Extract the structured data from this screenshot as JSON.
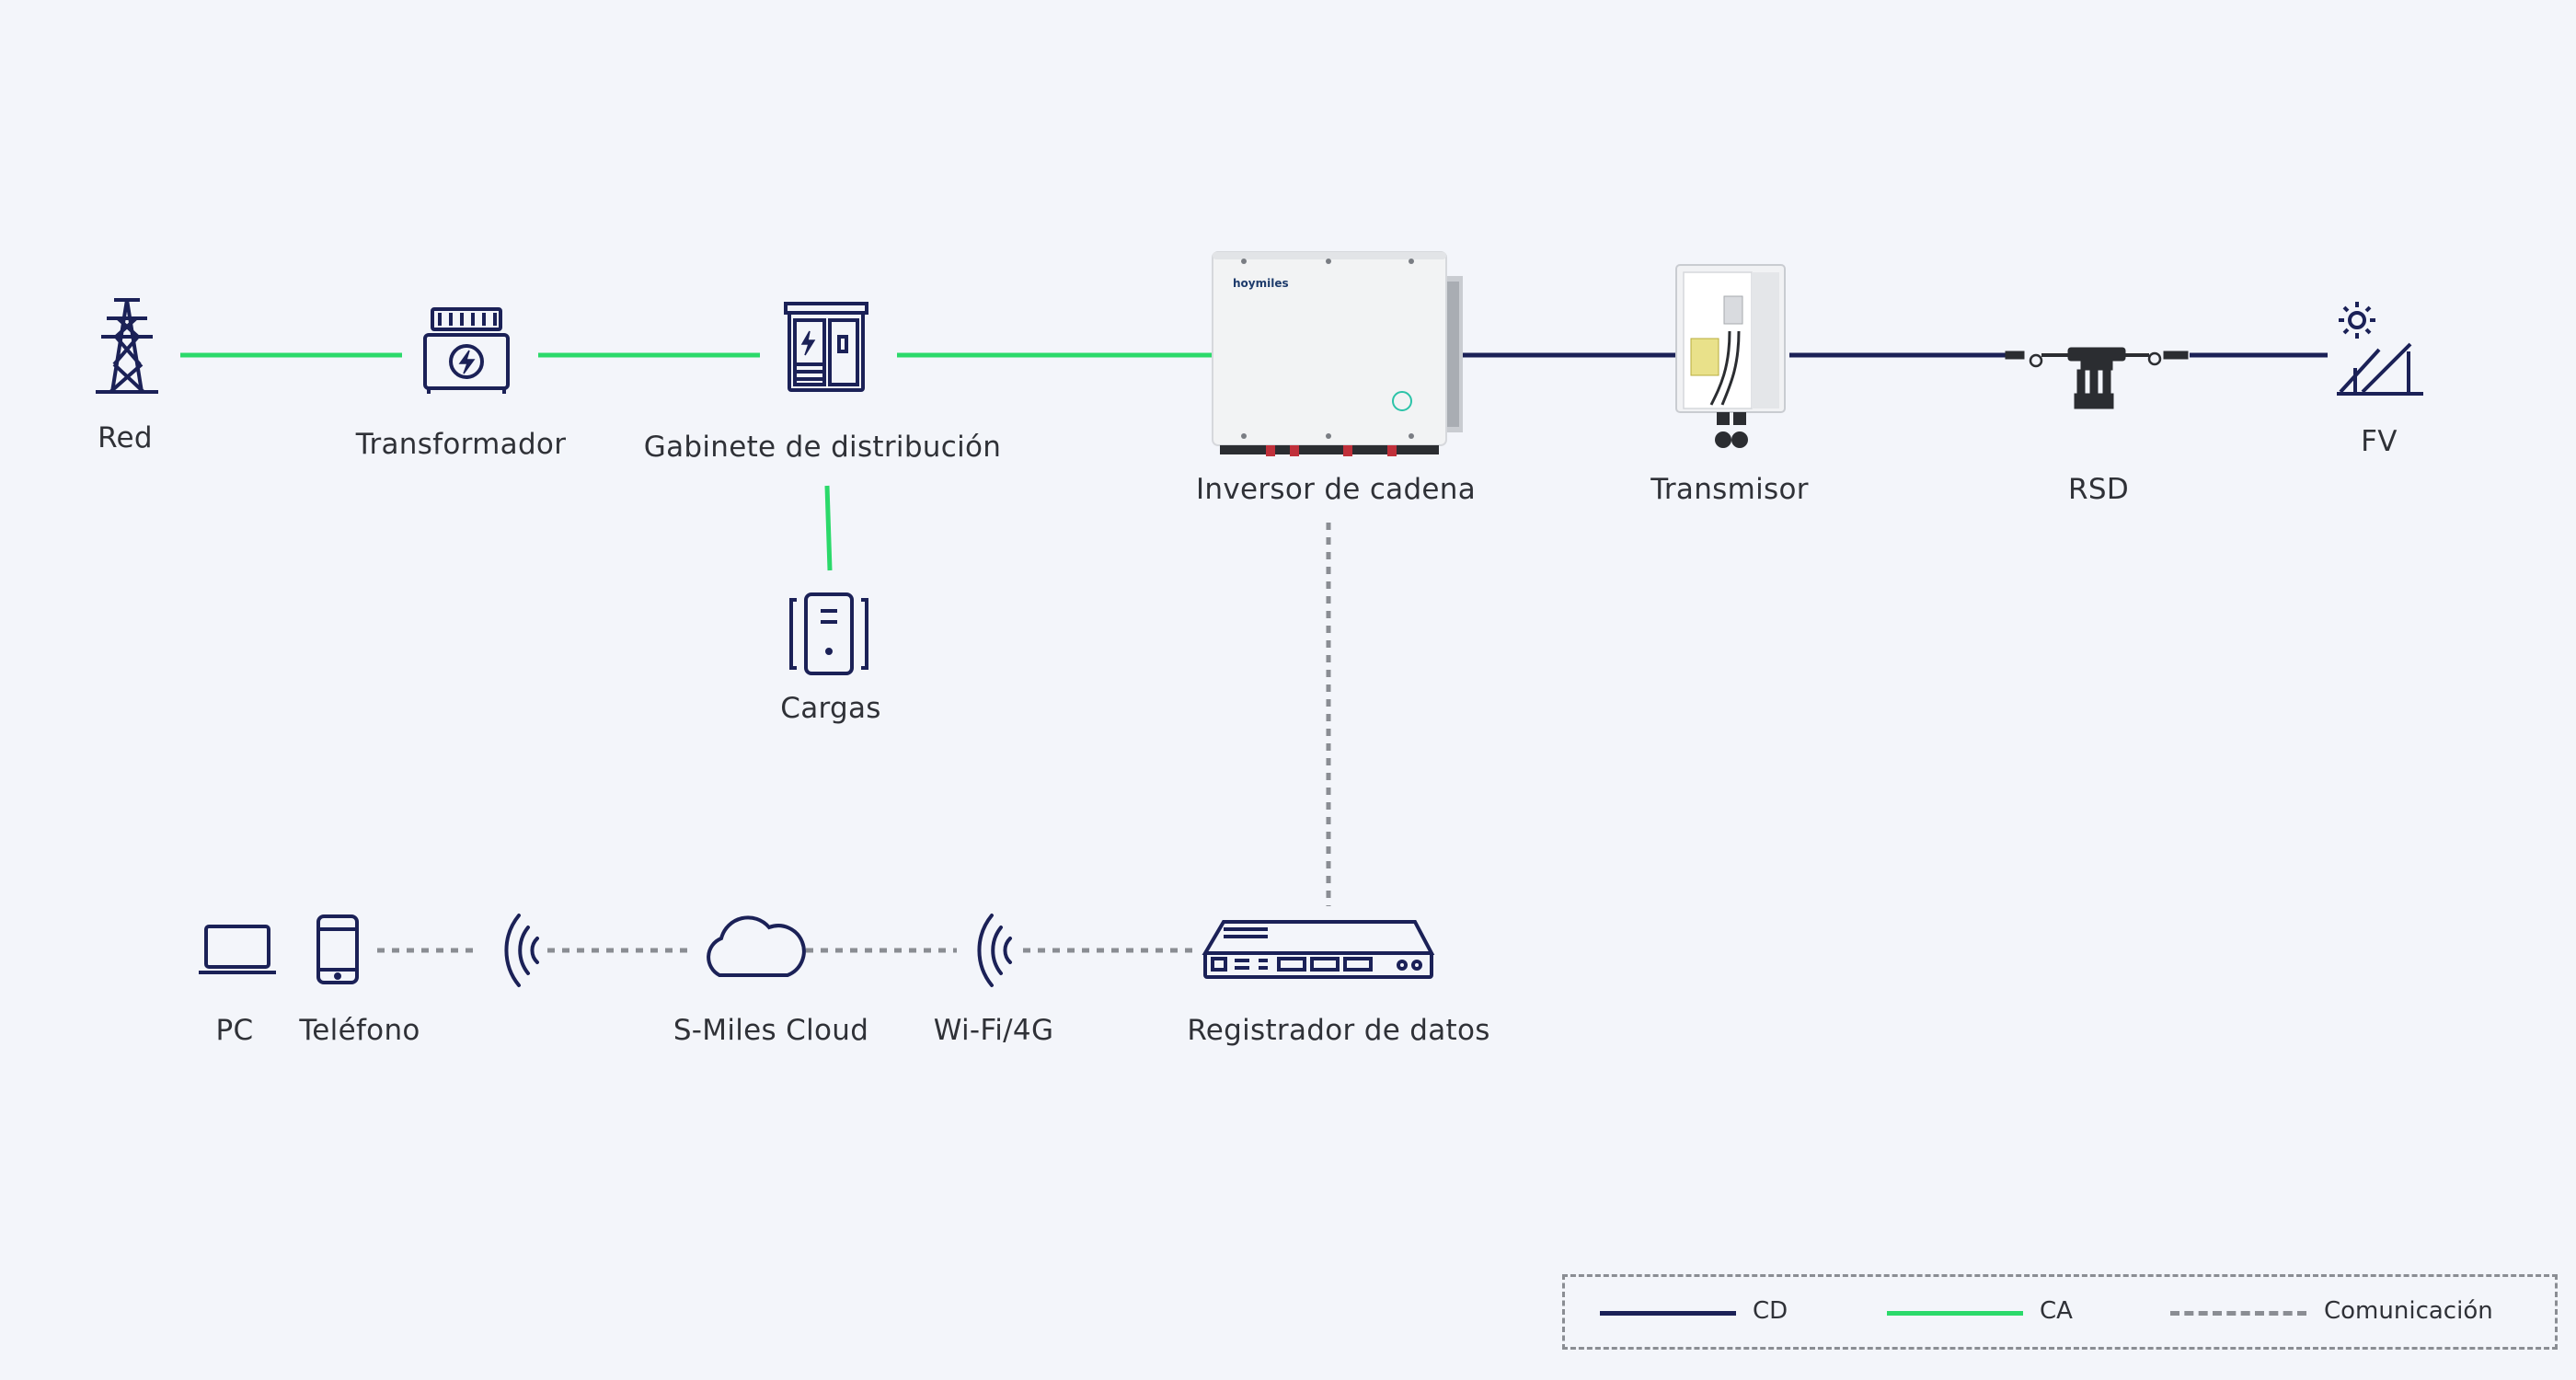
{
  "colors": {
    "background": "#f3f5fa",
    "dc_line": "#1b2157",
    "ac_line": "#2bd96a",
    "comm_line": "#8a8d93",
    "icon_stroke": "#1b2157"
  },
  "nodes": {
    "grid": "Red",
    "transformer": "Transformador",
    "distribution_cabinet": "Gabinete de distribución",
    "loads": "Cargas",
    "string_inverter": "Inversor de cadena",
    "transmitter": "Transmisor",
    "rsd": "RSD",
    "pv": "FV",
    "pc": "PC",
    "phone": "Teléfono",
    "cloud": "S-Miles Cloud",
    "wifi": "Wi-Fi/4G",
    "datalogger": "Registrador de datos"
  },
  "inverter_brand": "hoymiles",
  "legend": {
    "dc": "CD",
    "ac": "CA",
    "comm": "Comunicación"
  }
}
